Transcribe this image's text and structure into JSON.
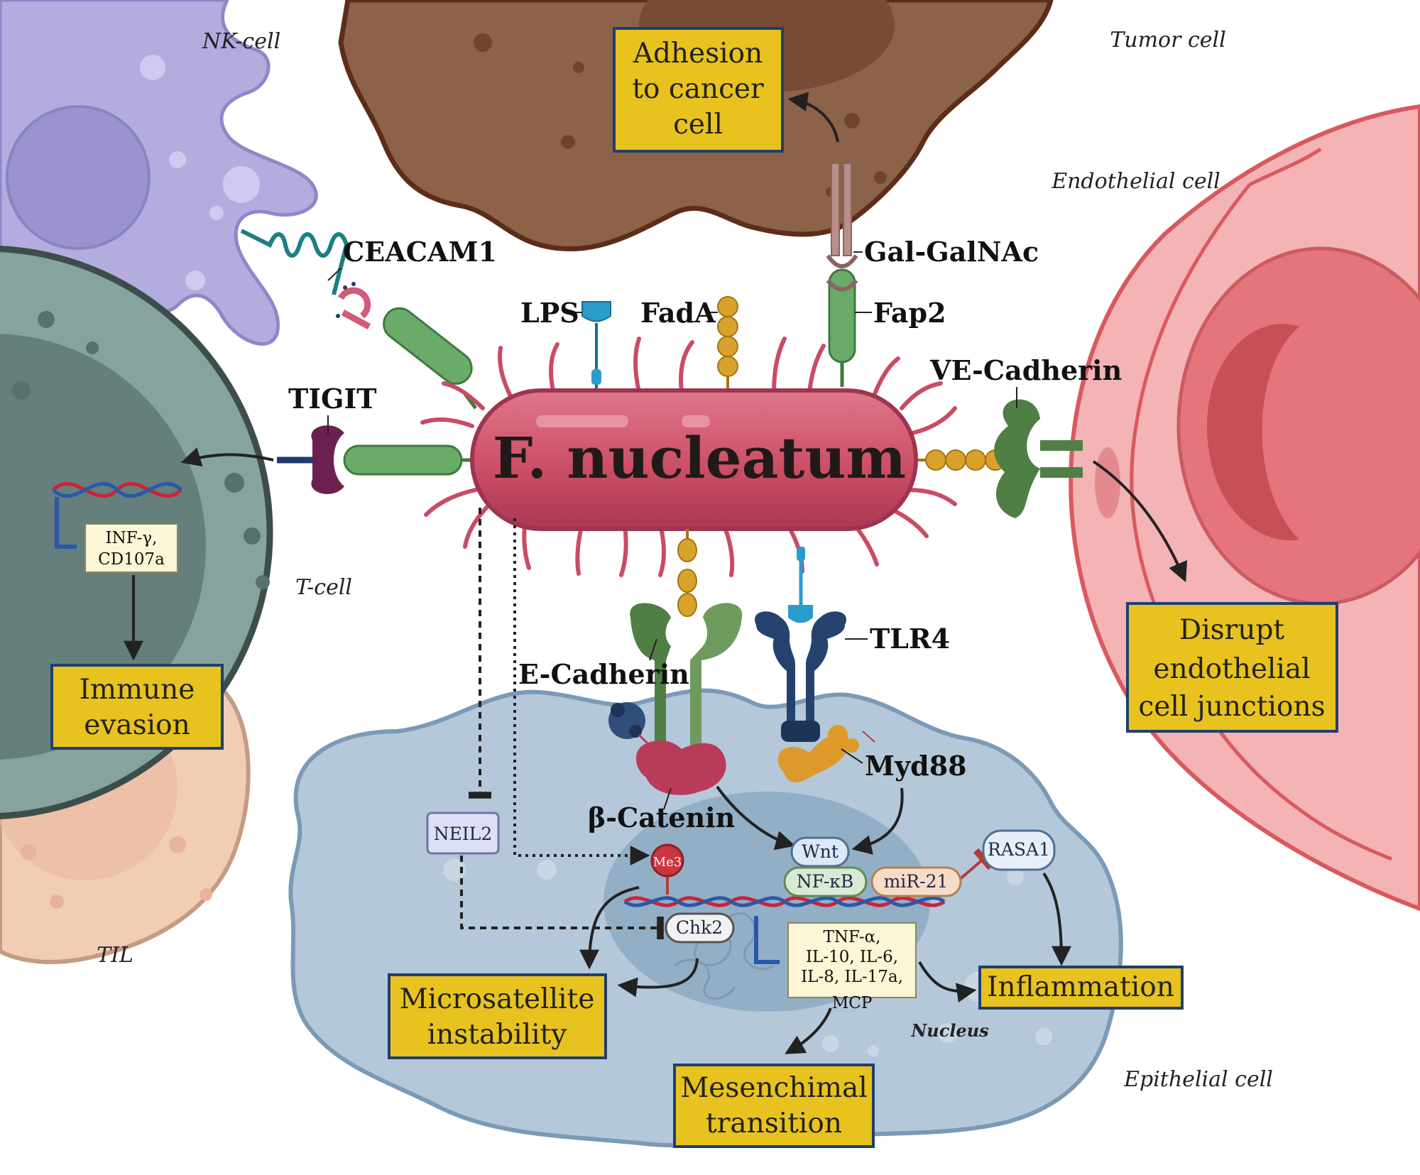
{
  "diagram": {
    "bacterium_label": "F. nucleatum",
    "cell_labels": {
      "nk_cell": "NK-cell",
      "tumor_cell": "Tumor cell",
      "endothelial_cell": "Endothelial cell",
      "t_cell": "T-cell",
      "til": "TIL",
      "epithelial_cell": "Epithelial cell",
      "nucleus": "Nucleus"
    },
    "molecule_labels": {
      "ceacam1": "CEACAM1",
      "lps": "LPS",
      "fada": "FadA",
      "gal_galnac": "Gal-GalNAc",
      "fap2": "Fap2",
      "tigit": "TIGIT",
      "ve_cadherin": "VE-Cadherin",
      "e_cadherin": "E-Cadherin",
      "tlr4": "TLR4",
      "myd88": "Myd88",
      "beta_catenin": "β-Catenin",
      "me3": "Me3"
    },
    "pills": {
      "neil2": "NEIL2",
      "wnt": "Wnt",
      "nfkb": "NF-κB",
      "mir21": "miR-21",
      "rasa1": "RASA1",
      "chk2": "Chk2"
    },
    "gene_boxes": {
      "tcell_genes": [
        "INF-γ,",
        "CD107a"
      ],
      "cytokines": [
        "TNF-α,",
        "IL-10, IL-6,",
        "IL-8, IL-17a,",
        "MCP"
      ]
    },
    "outcome_boxes": {
      "adhesion": [
        "Adhesion",
        "to cancer",
        "cell"
      ],
      "immune_evasion": [
        "Immune",
        "evasion"
      ],
      "disrupt": [
        "Disrupt",
        "endothelial",
        "cell junctions"
      ],
      "msi": [
        "Microsatellite",
        "instability"
      ],
      "inflammation": [
        "Inflammation"
      ],
      "emt": [
        "Mesenchimal",
        "transition"
      ]
    },
    "colors": {
      "outcome_fill": "#e8c21e",
      "outcome_border": "#1f3f6e",
      "bacterium": "#c94c64",
      "tumor": "#8c6349",
      "endothelial": "#f0a1a5",
      "epithelial": "#b4c8da",
      "nk_cell": "#b3addf",
      "t_cell": "#86a3a0",
      "til": "#f2cdb5"
    }
  }
}
